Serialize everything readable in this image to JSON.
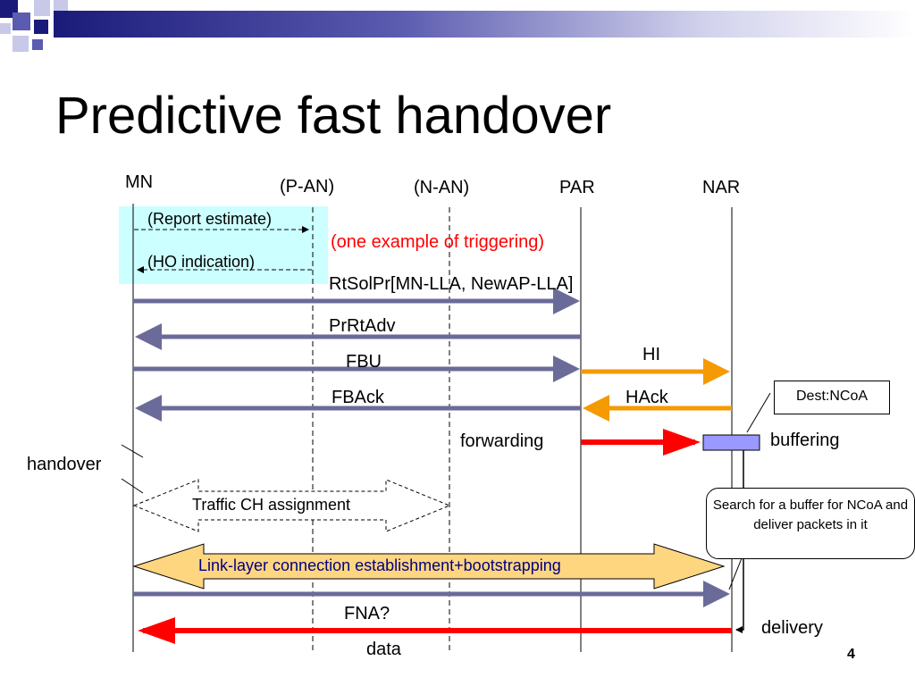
{
  "slide": {
    "title": "Predictive fast handover",
    "page_number": "4"
  },
  "entities": {
    "mn": "MN",
    "pan": "(P-AN)",
    "nan": "(N-AN)",
    "par": "PAR",
    "nar": "NAR"
  },
  "labels": {
    "report_estimate": "(Report estimate)",
    "ho_indication": "(HO indication)",
    "triggering_note": "(one example of triggering)",
    "rtsolpr": "RtSolPr[MN-LLA, NewAP-LLA]",
    "prrtadv": "PrRtAdv",
    "hi": "HI",
    "fbu": "FBU",
    "fback": "FBAck",
    "hack": "HAck",
    "dest_ncoa": "Dest:NCoA",
    "forwarding": "forwarding",
    "buffering": "buffering",
    "handover": "handover",
    "traffic_ch": "Traffic CH assignment",
    "search_buffer": "Search for a buffer for NCoA and deliver packets in it",
    "link_layer": "Link-layer connection establishment+bootstrapping",
    "fna": "FNA?",
    "delivery": "delivery",
    "data": "data"
  },
  "colors": {
    "message_arrow": "#6b6b9a",
    "nar_exchange": "#f59a00",
    "data_arrow": "#ff0000",
    "highlight_box": "#ccffff",
    "buffer_fill": "#9999ff",
    "link_layer_fill": "#ffd680",
    "triggering_text": "#ff0000",
    "link_layer_text": "#000080"
  }
}
